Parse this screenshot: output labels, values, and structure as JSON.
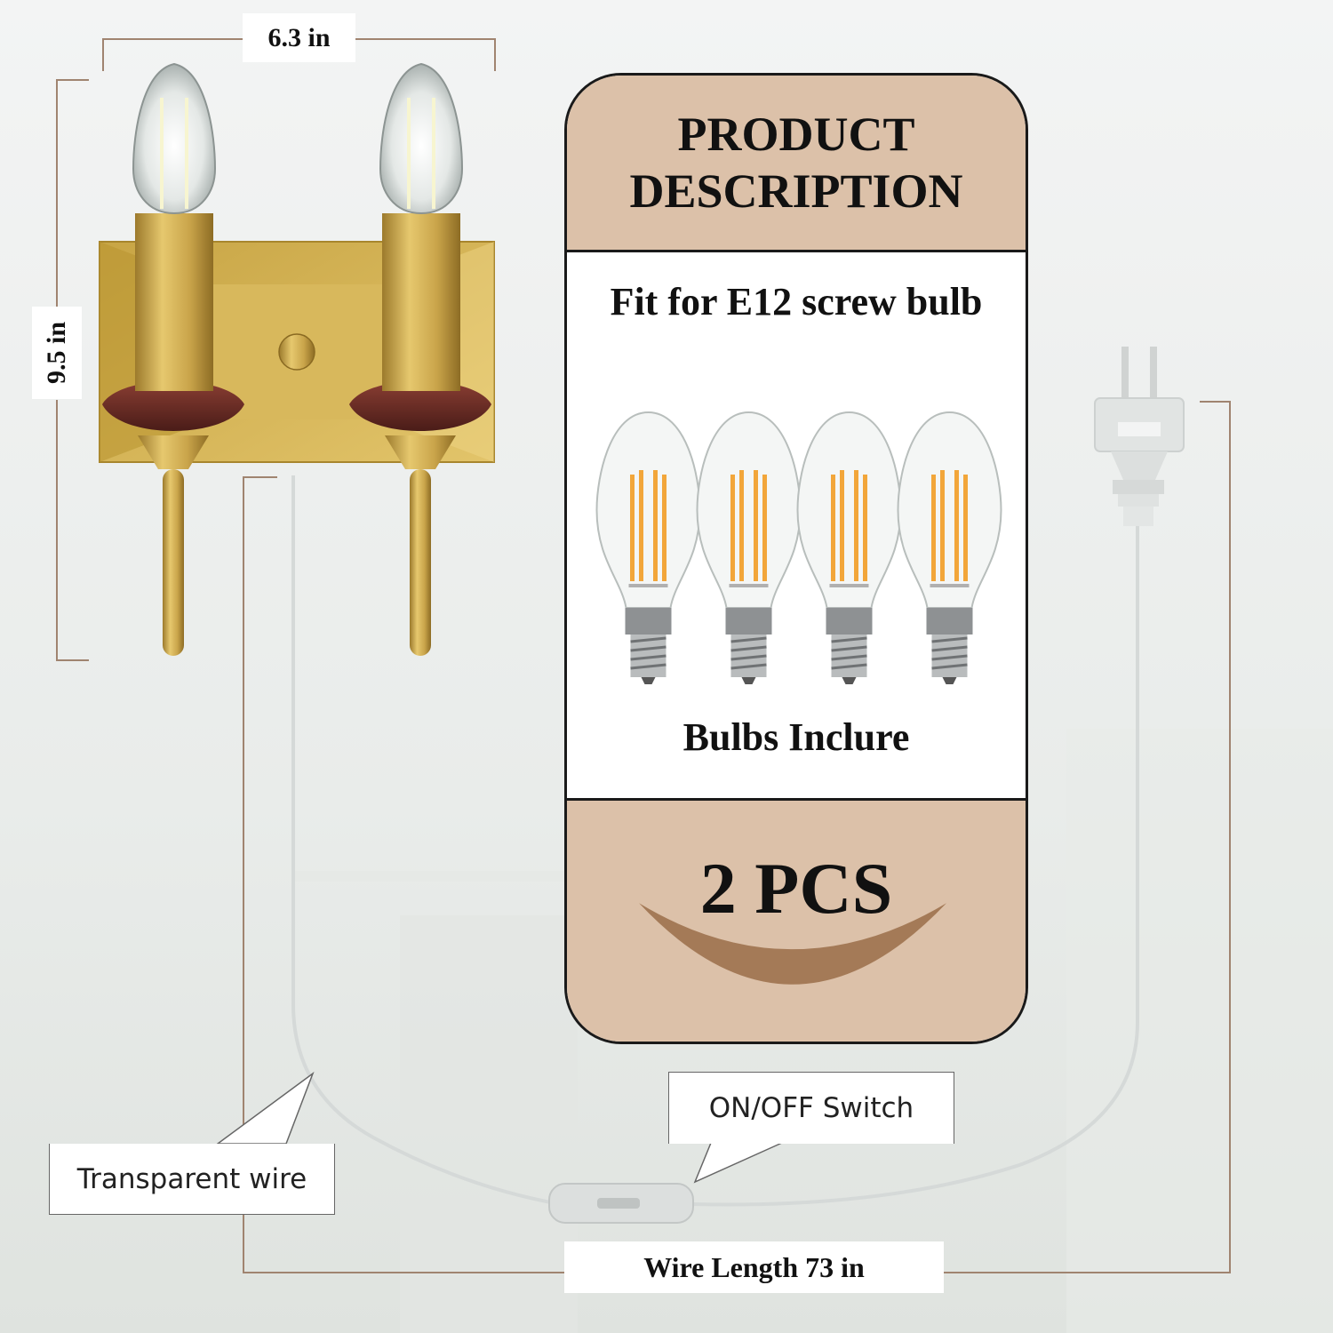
{
  "dimensions": {
    "width": "6.3 in",
    "height": "9.5 in",
    "wire_length": "Wire Length 73 in"
  },
  "callouts": {
    "wire": "Transparent wire",
    "switch": "ON/OFF Switch"
  },
  "card": {
    "heading_line1": "PRODUCT",
    "heading_line2": "DESCRIPTION",
    "fit_text": "Fit for E12 screw bulb",
    "bulbs_text": "Bulbs Inclure",
    "quantity": "2 PCS",
    "bulb_count": 4
  },
  "colors": {
    "card_tan": "#dcc1a9",
    "smile_brown": "#a47a57",
    "brass": "#c9a44a",
    "wood": "#6b2b25",
    "dimension_line": "#a08470"
  }
}
